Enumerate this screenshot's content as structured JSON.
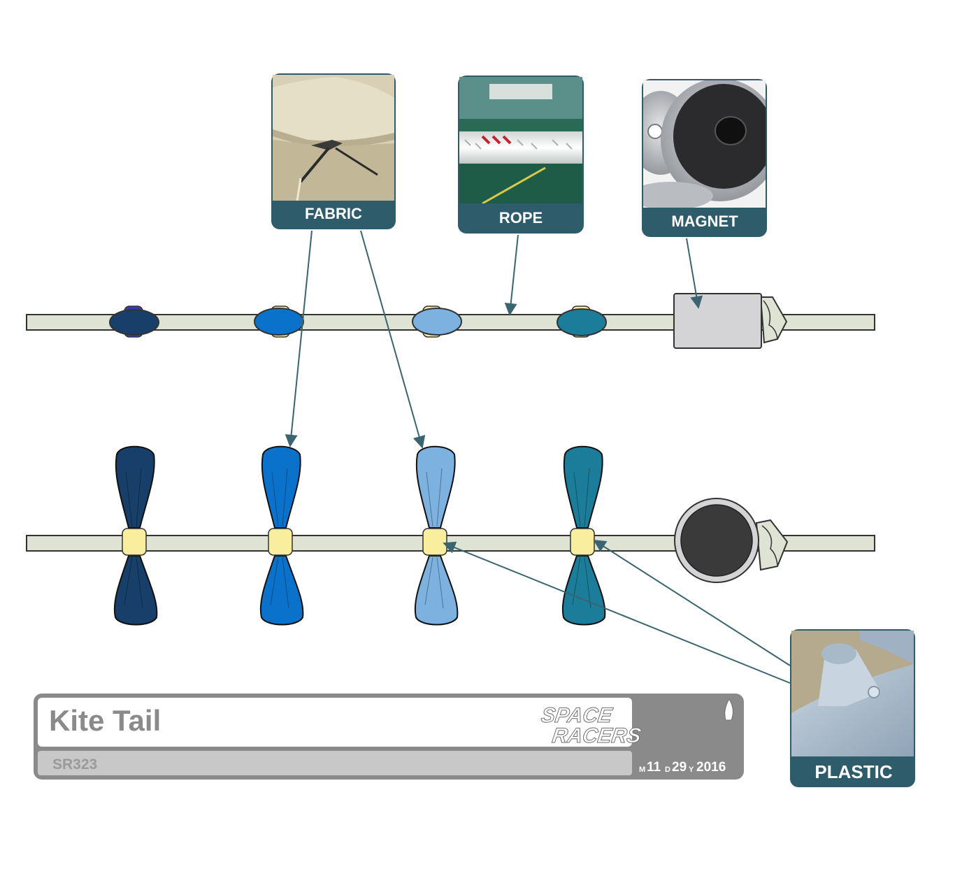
{
  "materials": {
    "fabric": {
      "label": "FABRIC",
      "photo": "beige-fabric-canopy"
    },
    "rope": {
      "label": "ROPE",
      "photo": "white-braided-rope"
    },
    "magnet": {
      "label": "MAGNET",
      "photo": "ring-magnet"
    },
    "plastic": {
      "label": "PLASTIC",
      "photo": "grey-plastic-part"
    }
  },
  "title_block": {
    "title": "Kite Tail",
    "code": "SR323",
    "logo_line1": "SPACE",
    "logo_line2": "RACERS",
    "date_m": "M",
    "date_month": "11",
    "date_d": "D",
    "date_day": "29",
    "date_y": "Y",
    "date_year": "2016"
  },
  "colors": {
    "card": "#2e5c6b",
    "card_border": "#2e5c6b",
    "arrow": "#3a6470",
    "rope_fill": "#dfe3d3",
    "clip_fill": "#f8ee9e",
    "magnet_box": "#d4d4d6",
    "magnet_dark": "#3a3a3a",
    "bow_1": "#173f6a",
    "bow_2": "#0b72cc",
    "bow_3": "#7db1df",
    "bow_4": "#1b7d99"
  },
  "bows": [
    {
      "name": "bow-navy",
      "color_key": "bow_1"
    },
    {
      "name": "bow-blue",
      "color_key": "bow_2"
    },
    {
      "name": "bow-light-blue",
      "color_key": "bow_3"
    },
    {
      "name": "bow-teal",
      "color_key": "bow_4"
    }
  ]
}
